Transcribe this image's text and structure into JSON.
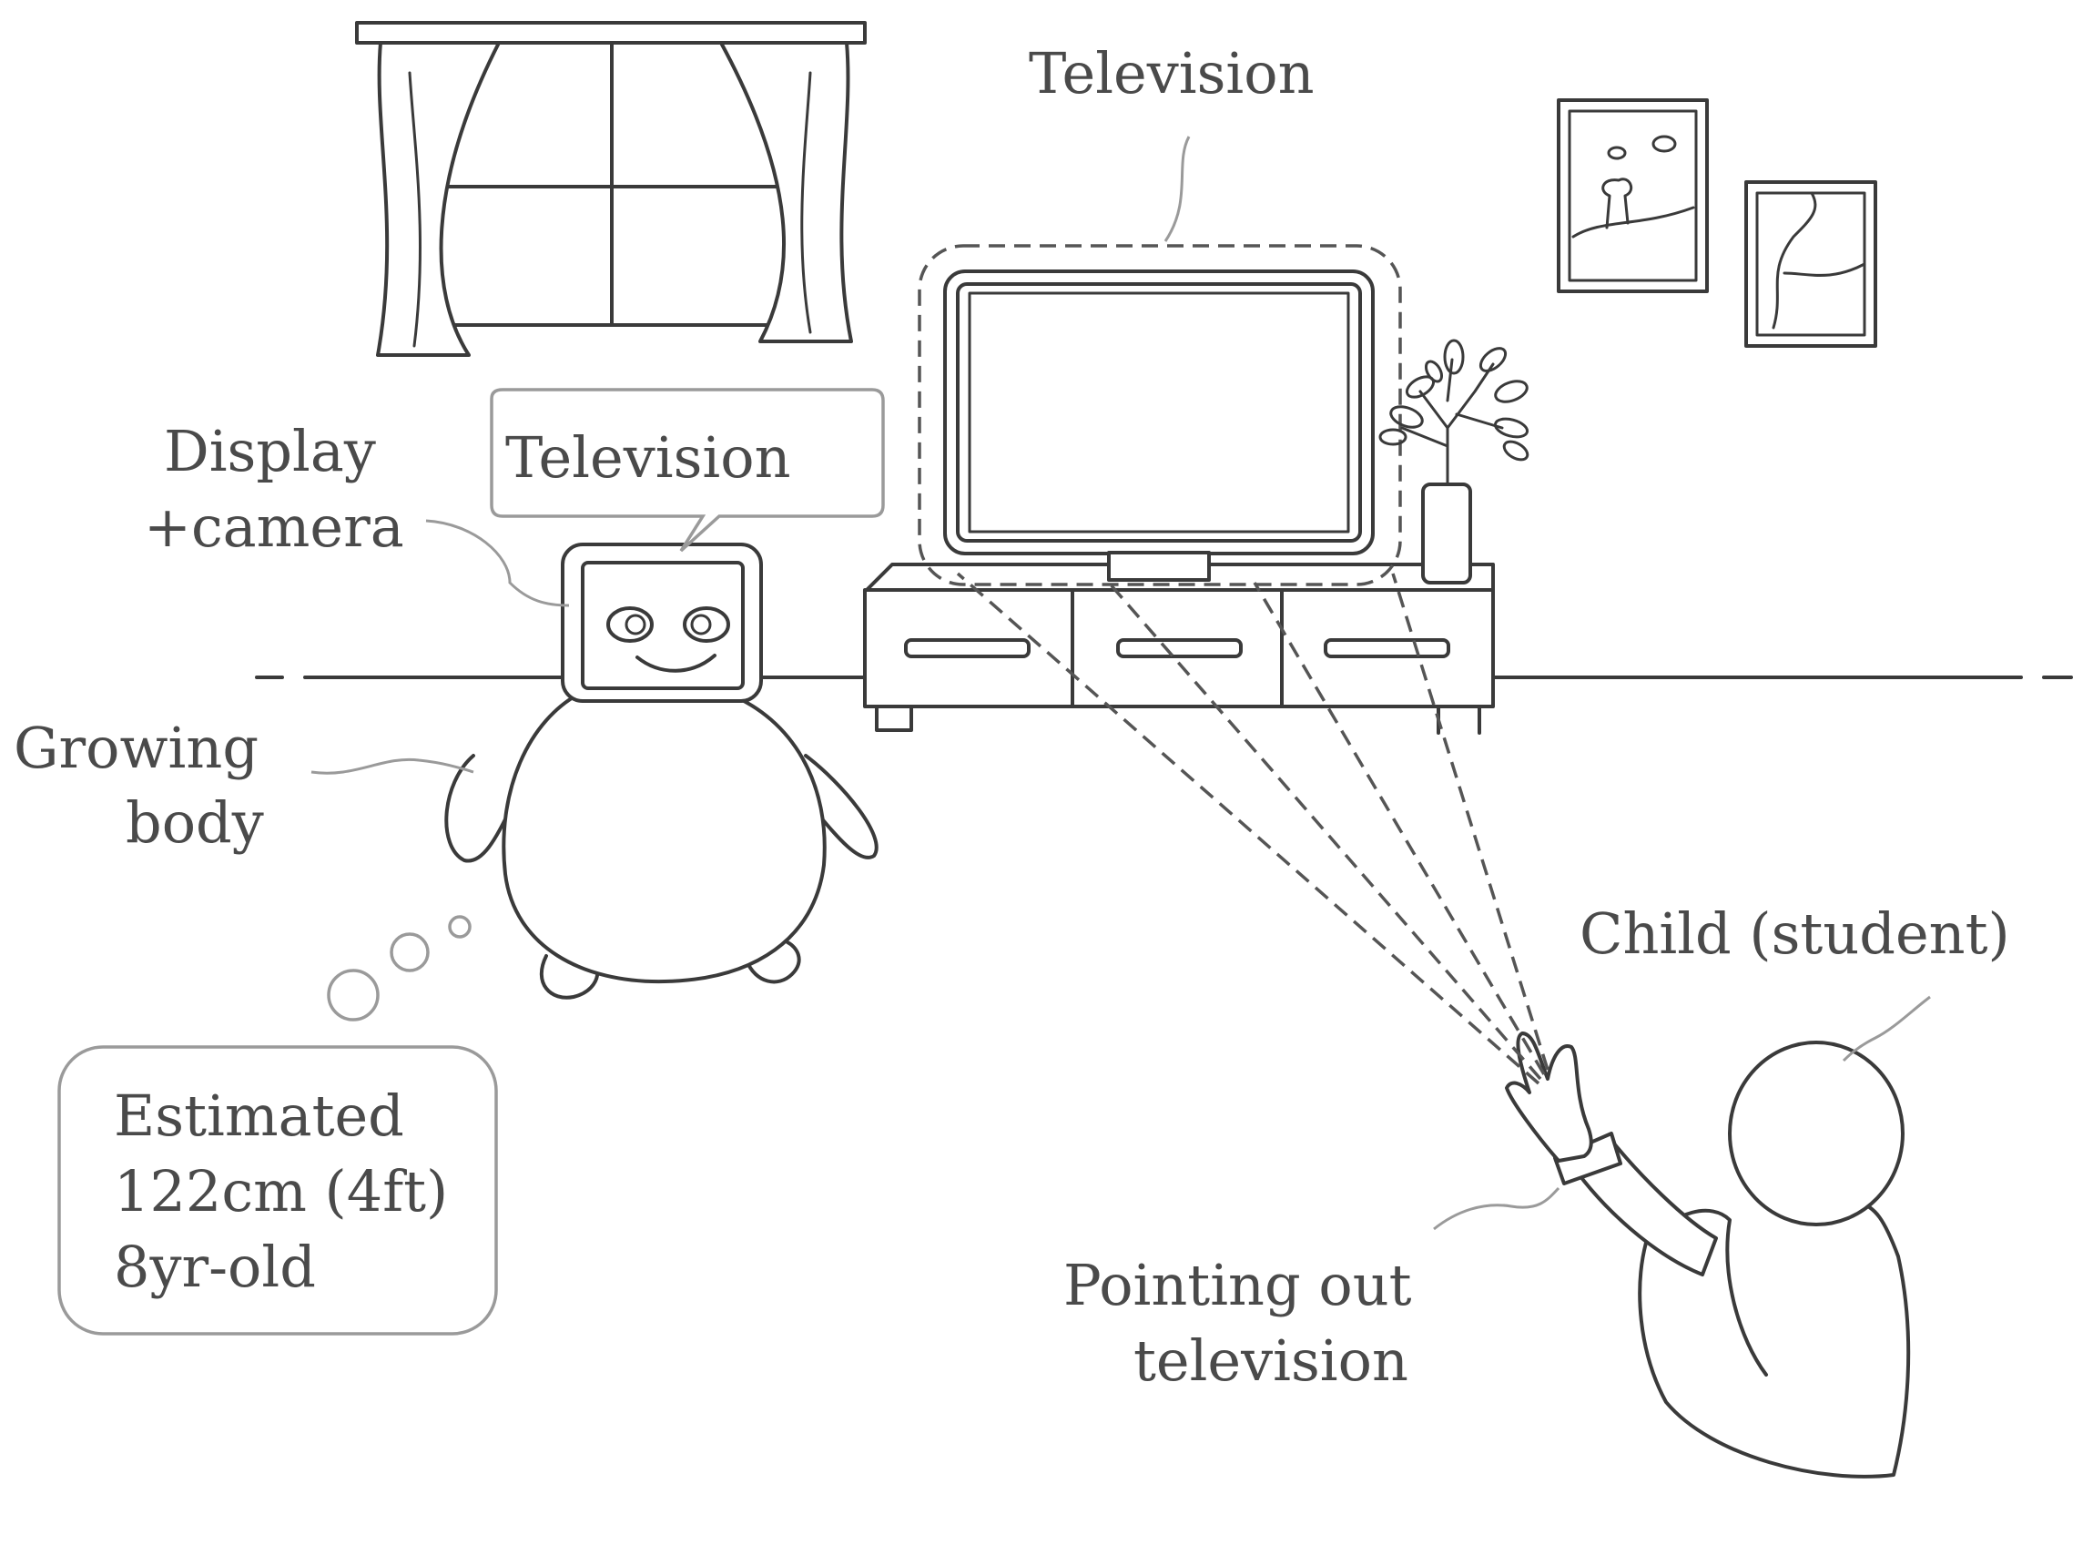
{
  "labels": {
    "television_top": "Television",
    "speech_bubble": "Television",
    "display_camera_line1": "Display",
    "display_camera_line2": "+camera",
    "growing_body_line1": "Growing",
    "growing_body_line2": "body",
    "estimate_line1": "Estimated",
    "estimate_line2": "122cm (4ft)",
    "estimate_line3": "8yr-old",
    "child": "Child (student)",
    "pointing_line1": "Pointing out",
    "pointing_line2": "television"
  }
}
